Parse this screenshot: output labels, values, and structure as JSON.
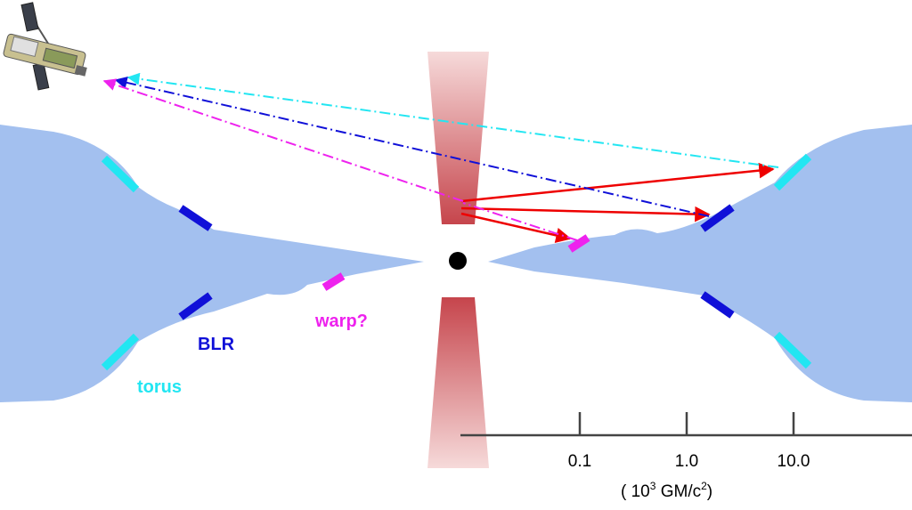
{
  "colors": {
    "disk": "#a3c0ef",
    "torus": "#22e6f2",
    "blr": "#1010d8",
    "warp": "#ee22ee",
    "jet": "#c9484f",
    "reflection": "#ee0000",
    "black_hole": "#000000",
    "axis": "#444444"
  },
  "labels": {
    "torus": "torus",
    "blr": "BLR",
    "warp": "warp?"
  },
  "icons": {
    "satellite": "satellite-icon",
    "black_hole": "black-hole-icon"
  },
  "scale": {
    "ticks": [
      "0.1",
      "1.0",
      "10.0"
    ],
    "unit_prefix": "( 10",
    "unit_exp": "3",
    "unit_mid": " GM/c",
    "unit_exp2": "2",
    "unit_suffix": ")"
  }
}
